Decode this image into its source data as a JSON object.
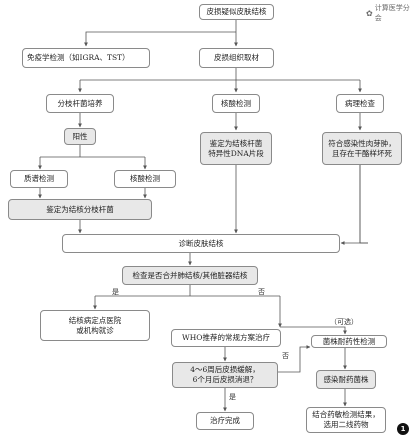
{
  "logo": {
    "text": "计算医学分会"
  },
  "nodes": {
    "suspect": "皮损疑似皮肤结核",
    "immuno": "免疫学检测（如IGRA、TST）",
    "biopsy": "皮损组织取材",
    "culture": "分枝杆菌培养",
    "nucleic": "核酸检测",
    "pathology": "病理检查",
    "positive": "阳性",
    "dna": "鉴定为结核杆菌\n特异性DNA片段",
    "granuloma": "符合感染性肉芽肿，\n且存在干酪样坏死",
    "mass_spec": "质谱检测",
    "nucleic2": "核酸检测",
    "identified": "鉴定为结核分枝杆菌",
    "diagnose": "诊断皮肤结核",
    "check_other": "检查是否合并肺结核/其他脏器结核",
    "refer": "结核病定点医院\n或机构就诊",
    "who_treat": "WHO推荐的常规方案治疗",
    "resist_test": "菌株耐药性检测",
    "improve_q": "4～6周后皮损缓解，\n6个月后皮损消退？",
    "resist_strain": "感染耐药菌株",
    "complete": "治疗完成",
    "combine": "结合药敏检测结果，\n选用二线药物"
  },
  "edge_labels": {
    "yes_left": "是",
    "no_right": "否",
    "no_improve": "否",
    "yes_down": "是",
    "optional": "（可选）"
  },
  "page_number": "1",
  "colors": {
    "gray_fill": "#e8e8e8",
    "border": "#8a8a8a",
    "line": "#555555"
  }
}
